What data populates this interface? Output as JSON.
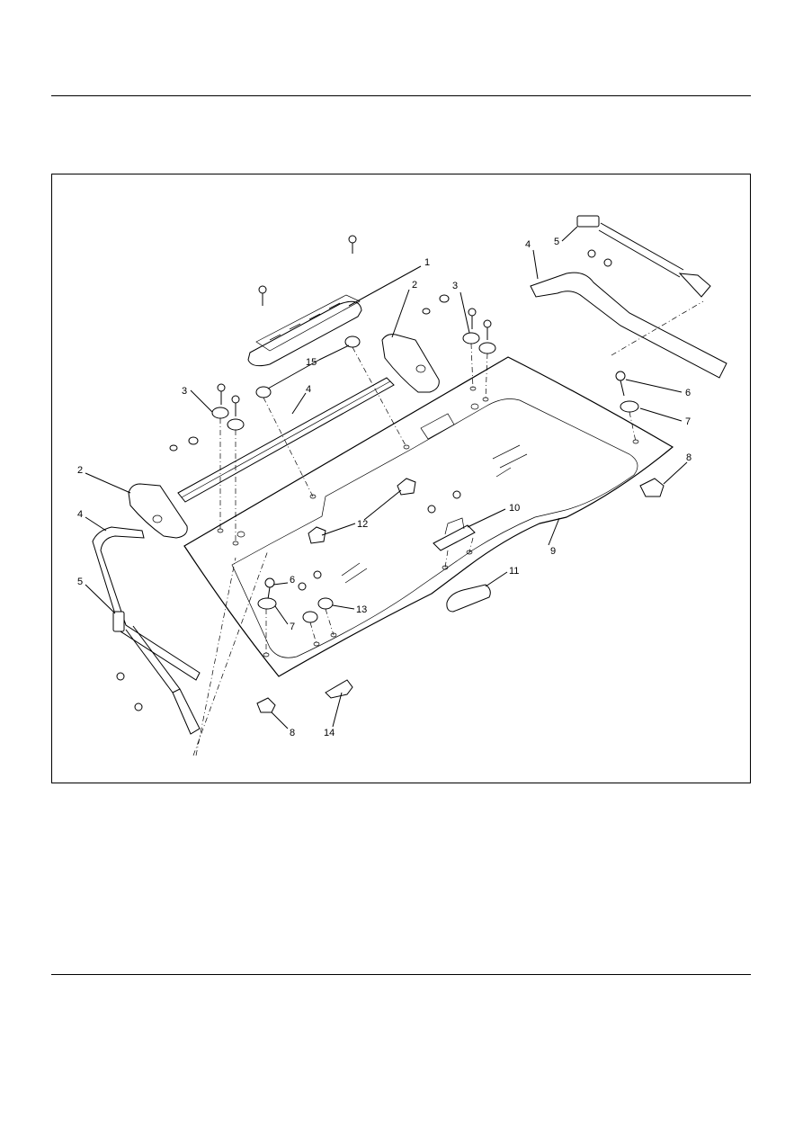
{
  "callouts": {
    "c1": "1",
    "c2a": "2",
    "c2b": "2",
    "c3a": "3",
    "c3b": "3",
    "c4a": "4",
    "c4b": "4",
    "c4c": "4",
    "c5a": "5",
    "c5b": "5",
    "c6a": "6",
    "c6b": "6",
    "c7a": "7",
    "c7b": "7",
    "c8a": "8",
    "c8b": "8",
    "c9": "9",
    "c10": "10",
    "c11": "11",
    "c12": "12",
    "c13": "13",
    "c14": "14",
    "c15": "15"
  }
}
